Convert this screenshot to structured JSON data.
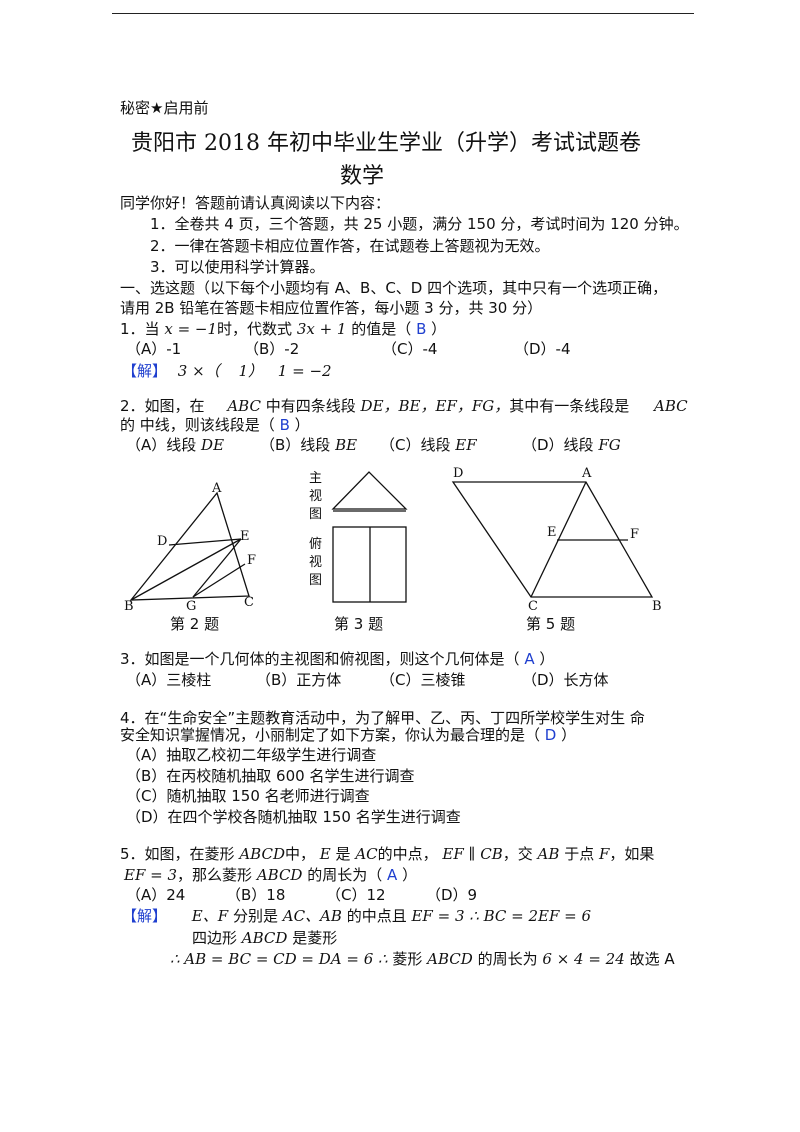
{
  "header": {
    "secret": "秘密★启用前",
    "title": "贵阳市 2018 年初中毕业生学业（升学）考试试题卷",
    "subject": "数学"
  },
  "intro": {
    "greeting": "同学你好！答题前请认真阅读以下内容：",
    "rule1": "1．全卷共 4 页，三个答题，共 25 小题，满分 150 分，考试时间为 120 分钟。",
    "rule2": "2．一律在答题卡相应位置作答，在试题卷上答题视为无效。",
    "rule3": "3．可以使用科学计算器。"
  },
  "section1": {
    "line1": "一、选这题（以下每个小题均有 A、B、C、D 四个选项，其中只有一个选项正确，",
    "line2": "请用 2B 铅笔在答题卡相应位置作答，每小题 3 分，共 30 分）"
  },
  "q1": {
    "num": "1．",
    "text_a": "当",
    "expr1": "x = −1",
    "text_b": "时，代数式",
    "expr2": "3x + 1",
    "text_c": "的值是（",
    "answer": "B",
    "close": "）",
    "optA": "（A）-1",
    "optB": "（B）-2",
    "optC": "（C）-4",
    "optD": "（D）-4",
    "jie": "【解】",
    "sol_a": "3 ×（",
    "sol_b": "1）",
    "sol_c": "1 = −2"
  },
  "q2": {
    "num": "2．",
    "text_a": "如图，在",
    "tri": "ABC",
    "text_b": "中有四条线段",
    "segs": "DE，BE，EF，FG，",
    "text_c": "其中有一条线段是",
    "tri2": "ABC",
    "line2a": "的 中线，则该线段是（",
    "answer": "B",
    "close": "）",
    "optA": "（A）线段",
    "optA_m": "DE",
    "optB": "（B）线段",
    "optB_m": "BE",
    "optC": "（C）线段",
    "optC_m": "EF",
    "optD": "（D）线段",
    "optD_m": "FG"
  },
  "figures": {
    "fig2": {
      "label": "第 2 题",
      "pts": [
        "A",
        "D",
        "E",
        "F",
        "B",
        "G",
        "C"
      ]
    },
    "fig3": {
      "label": "第 3 题",
      "main_view": [
        "主",
        "视",
        "图"
      ],
      "top_view": [
        "俯",
        "视",
        "图"
      ]
    },
    "fig5": {
      "label": "第 5 题",
      "pts": [
        "D",
        "A",
        "E",
        "F",
        "C",
        "B"
      ]
    }
  },
  "q3": {
    "num": "3．",
    "text": "如图是一个几何体的主视图和俯视图，则这个几何体是（",
    "answer": "A",
    "close": "）",
    "optA": "（A）三棱柱",
    "optB": "（B）正方体",
    "optC": "（C）三棱锥",
    "optD": "（D）长方体"
  },
  "q4": {
    "num": "4．",
    "line1": "在“生命安全”主题教育活动中，为了解甲、乙、丙、丁四所学校学生对生 命",
    "line2": "安全知识掌握情况，小丽制定了如下方案，你认为最合理的是（",
    "answer": "D",
    "close": "）",
    "optA": "（A）抽取乙校初二年级学生进行调查",
    "optB": "（B）在丙校随机抽取 600 名学生进行调查",
    "optC": "（C）随机抽取 150 名老师进行调查",
    "optD": "（D）在四个学校各随机抽取 150 名学生进行调查"
  },
  "q5": {
    "num": "5．",
    "t1": "如图，在菱形",
    "m1": "ABCD",
    "t2": "中，",
    "m2": "E",
    "t3": "是",
    "m3": "AC",
    "t4": "的中点，",
    "m4": "EF ∥ CB",
    "t5": "，交",
    "m5": "AB",
    "t6": "于点",
    "m6": "F",
    "t7": "，如果",
    "m7": "EF = 3",
    "t8": "，那么菱形",
    "m8": "ABCD",
    "t9": "的周长为（",
    "answer": "A",
    "close": "）",
    "optA": "（A）24",
    "optB": "（B）18",
    "optC": "（C）12",
    "optD": "（D）9",
    "jie": "【解】",
    "s1a": "E、F",
    "s1b": "分别是",
    "s1c": "AC、AB",
    "s1d": "的中点且",
    "s1e": "EF = 3 ∴ BC = 2EF = 6",
    "s2a": "四边形",
    "s2b": "ABCD",
    "s2c": "是菱形",
    "s3a": "∴ AB = BC = CD = DA = 6 ∴",
    "s3b": "菱形",
    "s3c": "ABCD",
    "s3d": "的周长为",
    "s3e": "6 × 4 = 24",
    "s3f": "故选 A"
  }
}
